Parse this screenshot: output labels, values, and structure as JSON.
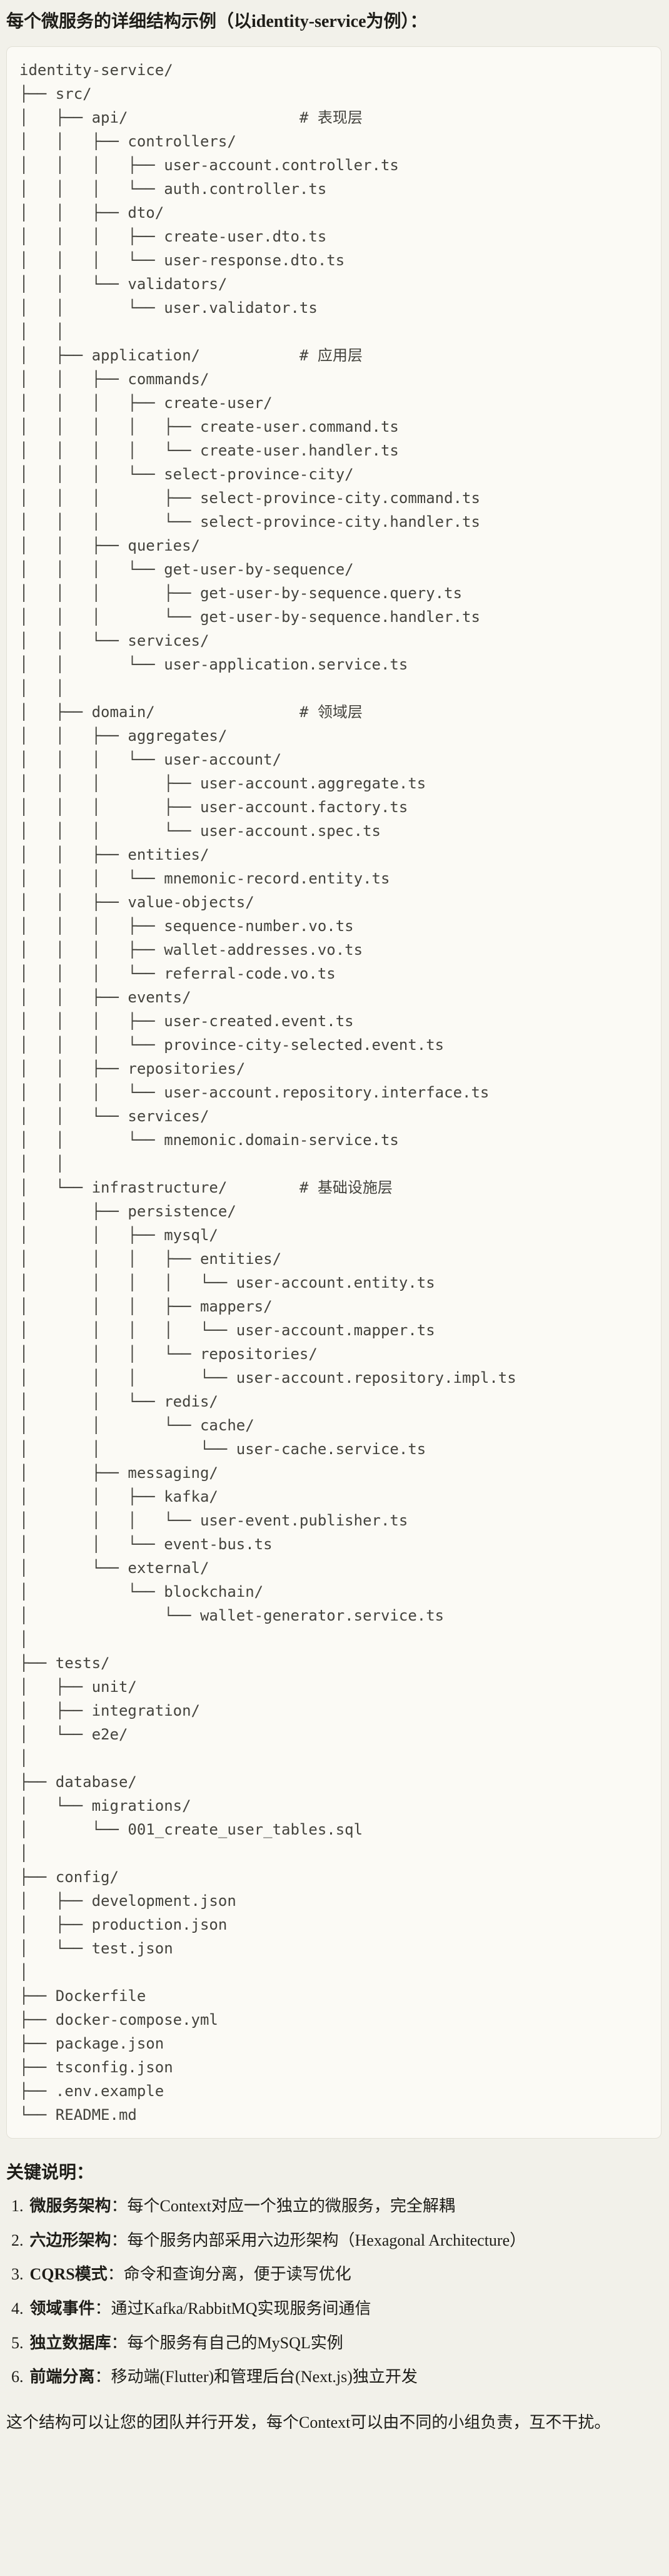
{
  "page": {
    "title": "每个微服务的详细结构示例（以identity-service为例）："
  },
  "tree": {
    "lines": [
      "identity-service/",
      "├── src/",
      "│   ├── api/                   # 表现层",
      "│   │   ├── controllers/",
      "│   │   │   ├── user-account.controller.ts",
      "│   │   │   └── auth.controller.ts",
      "│   │   ├── dto/",
      "│   │   │   ├── create-user.dto.ts",
      "│   │   │   └── user-response.dto.ts",
      "│   │   └── validators/",
      "│   │       └── user.validator.ts",
      "│   │",
      "│   ├── application/           # 应用层",
      "│   │   ├── commands/",
      "│   │   │   ├── create-user/",
      "│   │   │   │   ├── create-user.command.ts",
      "│   │   │   │   └── create-user.handler.ts",
      "│   │   │   └── select-province-city/",
      "│   │   │       ├── select-province-city.command.ts",
      "│   │   │       └── select-province-city.handler.ts",
      "│   │   ├── queries/",
      "│   │   │   └── get-user-by-sequence/",
      "│   │   │       ├── get-user-by-sequence.query.ts",
      "│   │   │       └── get-user-by-sequence.handler.ts",
      "│   │   └── services/",
      "│   │       └── user-application.service.ts",
      "│   │",
      "│   ├── domain/                # 领域层",
      "│   │   ├── aggregates/",
      "│   │   │   └── user-account/",
      "│   │   │       ├── user-account.aggregate.ts",
      "│   │   │       ├── user-account.factory.ts",
      "│   │   │       └── user-account.spec.ts",
      "│   │   ├── entities/",
      "│   │   │   └── mnemonic-record.entity.ts",
      "│   │   ├── value-objects/",
      "│   │   │   ├── sequence-number.vo.ts",
      "│   │   │   ├── wallet-addresses.vo.ts",
      "│   │   │   └── referral-code.vo.ts",
      "│   │   ├── events/",
      "│   │   │   ├── user-created.event.ts",
      "│   │   │   └── province-city-selected.event.ts",
      "│   │   ├── repositories/",
      "│   │   │   └── user-account.repository.interface.ts",
      "│   │   └── services/",
      "│   │       └── mnemonic.domain-service.ts",
      "│   │",
      "│   └── infrastructure/        # 基础设施层",
      "│       ├── persistence/",
      "│       │   ├── mysql/",
      "│       │   │   ├── entities/",
      "│       │   │   │   └── user-account.entity.ts",
      "│       │   │   ├── mappers/",
      "│       │   │   │   └── user-account.mapper.ts",
      "│       │   │   └── repositories/",
      "│       │   │       └── user-account.repository.impl.ts",
      "│       │   └── redis/",
      "│       │       └── cache/",
      "│       │           └── user-cache.service.ts",
      "│       ├── messaging/",
      "│       │   ├── kafka/",
      "│       │   │   └── user-event.publisher.ts",
      "│       │   └── event-bus.ts",
      "│       └── external/",
      "│           └── blockchain/",
      "│               └── wallet-generator.service.ts",
      "│",
      "├── tests/",
      "│   ├── unit/",
      "│   ├── integration/",
      "│   └── e2e/",
      "│",
      "├── database/",
      "│   └── migrations/",
      "│       └── 001_create_user_tables.sql",
      "│",
      "├── config/",
      "│   ├── development.json",
      "│   ├── production.json",
      "│   └── test.json",
      "│",
      "├── Dockerfile",
      "├── docker-compose.yml",
      "├── package.json",
      "├── tsconfig.json",
      "├── .env.example",
      "└── README.md"
    ]
  },
  "notes": {
    "heading": "关键说明：",
    "items": [
      {
        "num": "1.",
        "term": "微服务架构",
        "rest": "：每个Context对应一个独立的微服务，完全解耦"
      },
      {
        "num": "2.",
        "term": "六边形架构",
        "rest": "：每个服务内部采用六边形架构（Hexagonal Architecture）"
      },
      {
        "num": "3.",
        "term": "CQRS模式",
        "rest": "：命令和查询分离，便于读写优化"
      },
      {
        "num": "4.",
        "term": "领域事件",
        "rest": "：通过Kafka/RabbitMQ实现服务间通信"
      },
      {
        "num": "5.",
        "term": "独立数据库",
        "rest": "：每个服务有自己的MySQL实例"
      },
      {
        "num": "6.",
        "term": "前端分离",
        "rest": "：移动端(Flutter)和管理后台(Next.js)独立开发"
      }
    ],
    "footer": "这个结构可以让您的团队并行开发，每个Context可以由不同的小组负责，互不干扰。"
  }
}
